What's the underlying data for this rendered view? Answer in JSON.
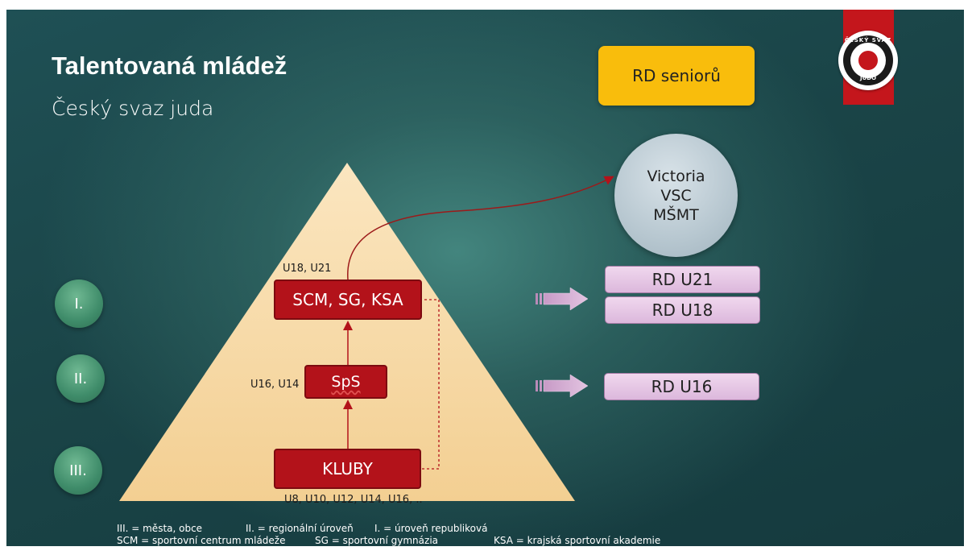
{
  "slide": {
    "title": "Talentovaná mládež",
    "subtitle": "Český svaz juda"
  },
  "pyramid": {
    "boxes": {
      "top": "SCM, SG, KSA",
      "middle": "SpS",
      "bottom": "KLUBY"
    },
    "labels": {
      "top": "U18, U21",
      "middle": "U16, U14",
      "bottom": "U8, U10, U12, U14, U16, .."
    }
  },
  "levels": [
    "I.",
    "II.",
    "III."
  ],
  "national_teams": {
    "seniors": "RD seniorů",
    "u21": "RD U21",
    "u18": "RD U18",
    "u16": "RD U16"
  },
  "victoria": {
    "lines": [
      "Victoria",
      "VSC",
      "MŠMT"
    ]
  },
  "logo": {
    "text_top": "ČESKÝ SVAZ",
    "text_bottom": "JUDO"
  },
  "legend": {
    "row1": [
      "III. = města, obce",
      "II. = regionální úroveň",
      "I. = úroveň republiková"
    ],
    "row2": [
      "SCM = sportovní centrum mládeže",
      "SG = sportovní gymnázia",
      "KSA = krajská sportovní akademie"
    ]
  },
  "colors": {
    "pyramid": "#f6d7a0",
    "red_box": "#b3121a",
    "seniors_box": "#f9bd0c",
    "rd_box": "#e6c8e4",
    "level_circle": "#4f9e78",
    "victoria_circle": "#bccbd3"
  }
}
